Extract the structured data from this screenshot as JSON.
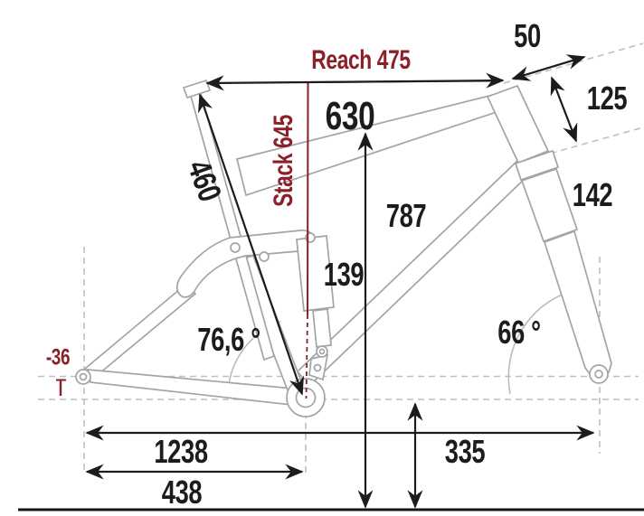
{
  "figure": {
    "type": "full-suspension-mountainbike-geometry-diagram",
    "colors": {
      "accent_red": "#8b2029",
      "measure_black": "#1c1c1a",
      "frame_gray": "#a0a5a7",
      "construction_dash_gray": "#bcc1c3"
    },
    "labels": {
      "reach": "Reach 475",
      "stack": "Stack 645",
      "top_tube": "630",
      "stem": "50",
      "head_tube": "125",
      "fork_travel": "142",
      "standover": "787",
      "rear_travel": "139",
      "seat_tube": "460",
      "seat_angle": "76,6 °",
      "head_angle": "66 °",
      "bb_drop": "-36",
      "wheelbase": "1238",
      "chainstay": "438",
      "bb_height": "335"
    }
  }
}
